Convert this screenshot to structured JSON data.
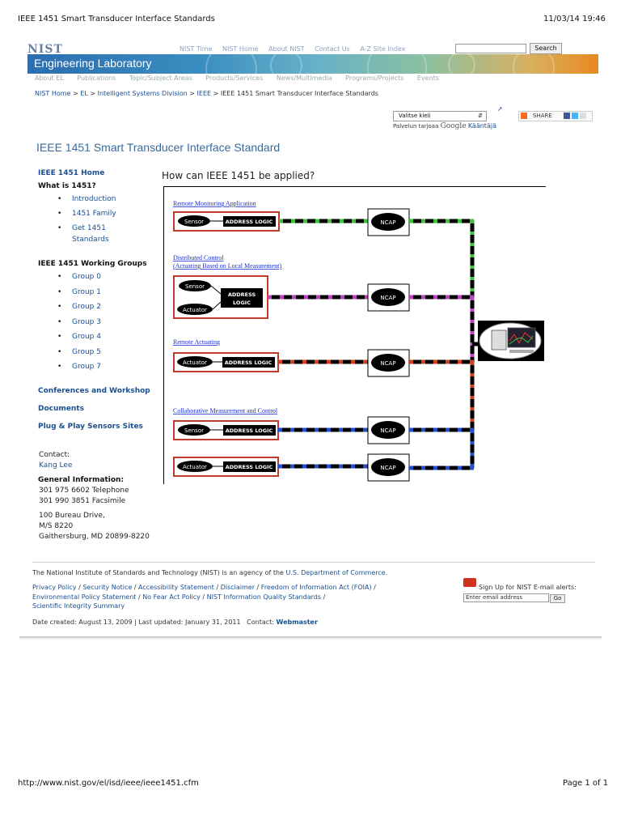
{
  "print": {
    "header_title": "IEEE 1451 Smart Transducer Interface Standards",
    "header_date": "11/03/14 19:46",
    "footer_url": "http://www.nist.gov/el/isd/ieee/ieee1451.cfm",
    "footer_page": "Page 1 of 1"
  },
  "top": {
    "logo": "NIST",
    "links": [
      "NIST Time",
      "NIST Home",
      "About NIST",
      "Contact Us",
      "A-Z Site Index"
    ],
    "search_button": "Search"
  },
  "banner": {
    "title": "Engineering Laboratory"
  },
  "subnav": [
    "About EL",
    "Publications",
    "Topic/Subject Areas",
    "Products/Services",
    "News/Multimedia",
    "Programs/Projects",
    "Events"
  ],
  "breadcrumb": [
    "NIST Home",
    "EL",
    "Intelligent Systems Division",
    "IEEE",
    "IEEE 1451 Smart Transducer Interface Standards"
  ],
  "breadcrumb_sep": ">",
  "translate": {
    "select": "Valitse kieli",
    "powered": "Palvelun tarjoaa",
    "google": "Google",
    "action": "Kääntäjä"
  },
  "share": {
    "label": "SHARE"
  },
  "page_title": "IEEE 1451 Smart Transducer Interface Standard",
  "sidebar": {
    "home": "IEEE 1451 Home",
    "what": "What is 1451?",
    "what_items": [
      "Introduction",
      "1451 Family",
      "Get 1451",
      "Standards"
    ],
    "wg_title": "IEEE 1451 Working Groups",
    "groups": [
      "Group 0",
      "Group 1",
      "Group 2",
      "Group 3",
      "Group 4",
      "Group 5",
      "Group 7"
    ],
    "conferences": "Conferences and Workshop",
    "documents": "Documents",
    "plug": "Plug & Play Sensors Sites",
    "contact_label": "Contact:",
    "contact_name": "Kang Lee",
    "gen_info": "General Information:",
    "phone": "301 975 6602 Telephone",
    "fax": "301 990 3851 Facsimile",
    "addr1": "100 Bureau Drive,",
    "addr2": "M/S 8220",
    "addr3": "Gaithersburg, MD 20899-8220"
  },
  "main": {
    "question": "How can IEEE 1451 be applied?",
    "diagram": {
      "app1": "Remote Monitoring Application",
      "app2a": "Distributed Control",
      "app2b": "(Actuating Based on Local Measurement)",
      "app3": "Remote Actuating",
      "app4": "Collaborative Measurement and Control",
      "sensor": "Sensor",
      "actuator": "Actuator",
      "address_logic": "ADDRESS LOGIC",
      "address": "ADDRESS",
      "logic": "LOGIC",
      "ncap": "NCAP",
      "colors": {
        "green": "#3ac23a",
        "magenta": "#c040c0",
        "red": "#d04020",
        "blue": "#2050d0",
        "box": "#c0392b"
      }
    }
  },
  "footer": {
    "agency_text": "The National Institute of Standards and Technology (NIST) is an agency of the",
    "agency_link": "U.S. Department of Commerce",
    "links1": [
      "Privacy Policy",
      "Security Notice",
      "Accessibility Statement",
      "Disclaimer",
      "Freedom of Information Act (FOIA)"
    ],
    "links2": [
      "Environmental Policy Statement",
      "No Fear Act Policy",
      "NIST Information Quality Standards"
    ],
    "links3": [
      "Scientific Integrity Summary"
    ],
    "dates": "Date created: August 13, 2009 | Last updated: January 31, 2011",
    "contact_label": "Contact:",
    "webmaster": "Webmaster",
    "signup": "Sign Up for NIST E-mail alerts:",
    "email_placeholder": "Enter email address",
    "go": "Go"
  }
}
